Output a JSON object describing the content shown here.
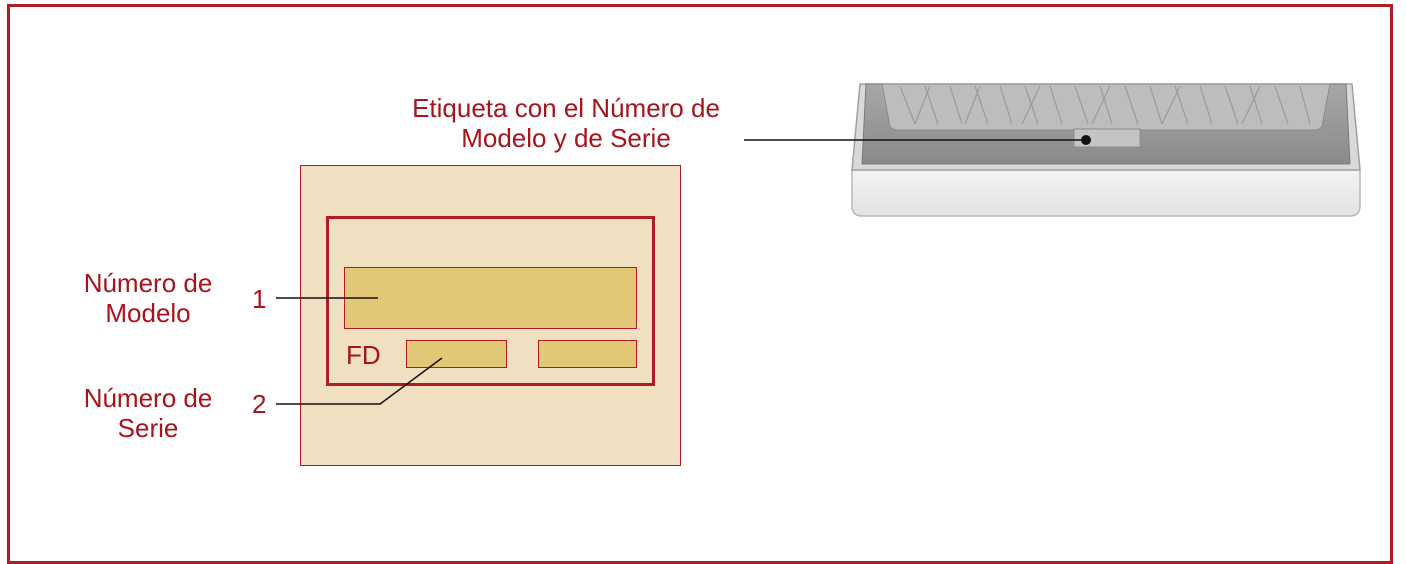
{
  "callout_top": {
    "line1": "Etiqueta con el Número de",
    "line2": "Modelo y de Serie"
  },
  "model_number": {
    "index": "1",
    "line1": "Número de",
    "line2": "Modelo"
  },
  "serial_number": {
    "index": "2",
    "line1": "Número de",
    "line2": "Serie"
  },
  "label_card": {
    "prefix": "FD"
  },
  "colors": {
    "accent": "#a8141c",
    "card_bg": "#f0dfc0",
    "field_fill": "#e2c777"
  }
}
